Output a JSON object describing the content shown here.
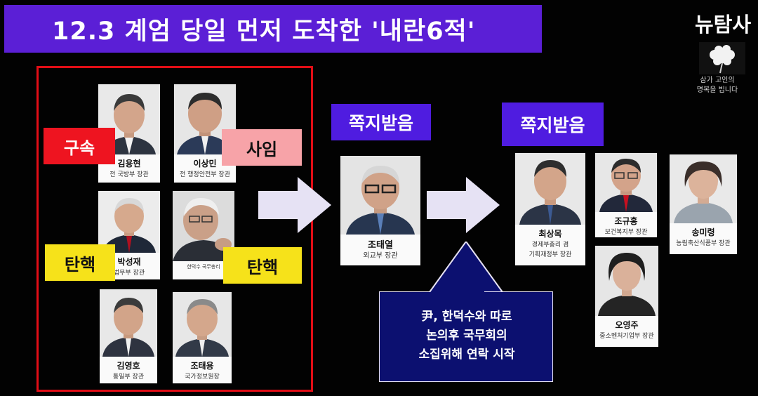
{
  "title": "12.3 계엄 당일 먼저 도착한 '내란6적'",
  "logo": {
    "brand": "뉴탐사",
    "caption_line1": "삼가 고인의",
    "caption_line2": "명복을 빕니다"
  },
  "colors": {
    "banner": "#5b1fd6",
    "header": "#4f1ce0",
    "group_border": "#e10d16",
    "status_arrest_bg": "#ee1420",
    "status_resign_bg": "#f7a3a8",
    "status_impeach_bg": "#f6e21a",
    "callout_bg": "#0c1070",
    "arrow_fill": "#e6e2f4"
  },
  "statuses": {
    "arrest": "구속",
    "resign": "사임",
    "impeach_left": "탄핵",
    "impeach_right": "탄핵"
  },
  "group1": [
    {
      "name": "김용현",
      "role": "전 국방부 장관"
    },
    {
      "name": "이상민",
      "role": "전 행정안전부 장관"
    },
    {
      "name": "박성재",
      "role": "법무부 장관"
    },
    {
      "name": "",
      "role": "한덕수 국무총리"
    },
    {
      "name": "김영호",
      "role": "통일부 장관"
    },
    {
      "name": "조태용",
      "role": "국가정보원장"
    }
  ],
  "headers": {
    "middle": "쪽지받음",
    "right": "쪽지받음"
  },
  "middle_person": {
    "name": "조태열",
    "role": "외교부 장관"
  },
  "right_people": [
    {
      "name": "최상목",
      "role_line1": "경제부총리 겸",
      "role_line2": "기획재정부 장관"
    },
    {
      "name": "조규홍",
      "role_line1": "보건복지부 장관",
      "role_line2": ""
    },
    {
      "name": "송미령",
      "role_line1": "농림축산식품부 장관",
      "role_line2": ""
    },
    {
      "name": "오영주",
      "role_line1": "중소벤처기업부 장관",
      "role_line2": ""
    }
  ],
  "callout": {
    "line1": "尹, 한덕수와 따로",
    "line2": "논의후 국무회의",
    "line3": "소집위해 연락 시작"
  }
}
